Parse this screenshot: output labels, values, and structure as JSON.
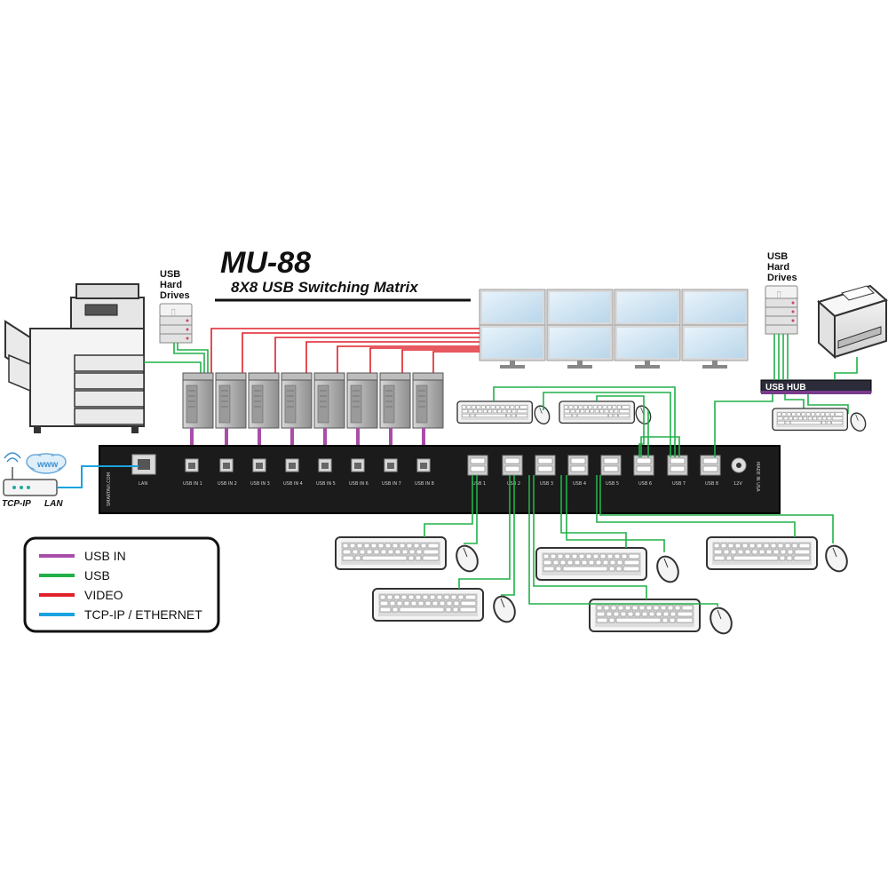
{
  "title": {
    "main": "MU-88",
    "sub": "8X8 USB Switching Matrix"
  },
  "labels": {
    "usb_hard_drives_left": [
      "USB",
      "Hard",
      "Drives"
    ],
    "usb_hard_drives_right": [
      "USB",
      "Hard",
      "Drives"
    ],
    "usb_hub": "USB HUB",
    "tcp_ip": "TCP-IP",
    "lan_net": "LAN",
    "www": "www"
  },
  "panel": {
    "lan_port": "LAN",
    "usb_in_ports": [
      "USB IN 1",
      "USB IN 2",
      "USB IN 3",
      "USB IN 4",
      "USB IN 5",
      "USB IN 6",
      "USB IN 7",
      "USB IN 8"
    ],
    "usb_out_ports": [
      "USB 1",
      "USB 2",
      "USB 3",
      "USB 4",
      "USB 5",
      "USB 6",
      "USB 7",
      "USB 8"
    ],
    "power": "12V",
    "made_in": "MADE IN USA",
    "brand": "SMARTAVI.COM"
  },
  "legend": [
    {
      "label": "USB IN",
      "color": "#a84ea8"
    },
    {
      "label": "USB",
      "color": "#22b04a"
    },
    {
      "label": "VIDEO",
      "color": "#e0202a"
    },
    {
      "label": "TCP-IP / ETHERNET",
      "color": "#1aa3e0"
    }
  ],
  "colors": {
    "usb_in": "#a84ea8",
    "usb": "#22b04a",
    "video": "#e0202a",
    "ethernet": "#1aa3e0",
    "panel": "#1b1b1b",
    "hub": "#2b2b3a"
  }
}
